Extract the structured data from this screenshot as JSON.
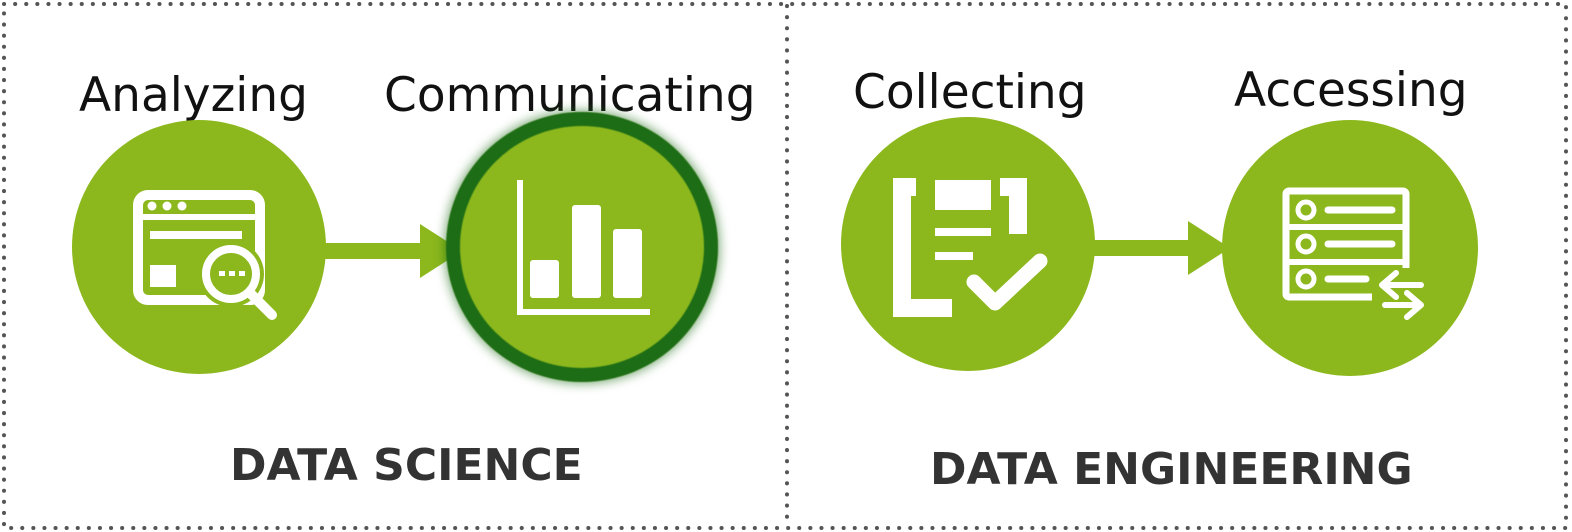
{
  "sections": [
    {
      "title": "DATA SCIENCE",
      "steps": [
        {
          "label": "Analyzing",
          "icon": "analytics-window-icon"
        },
        {
          "label": "Communicating",
          "icon": "bar-chart-icon"
        }
      ]
    },
    {
      "title": "DATA ENGINEERING",
      "steps": [
        {
          "label": "Collecting",
          "icon": "clipboard-check-icon"
        },
        {
          "label": "Accessing",
          "icon": "database-transfer-icon"
        }
      ]
    }
  ],
  "colors": {
    "circle": "#8cb81d",
    "highlight_ring": "#1d6d16",
    "text": "#111111",
    "section_title": "#333333",
    "border_dots": "#555555"
  }
}
